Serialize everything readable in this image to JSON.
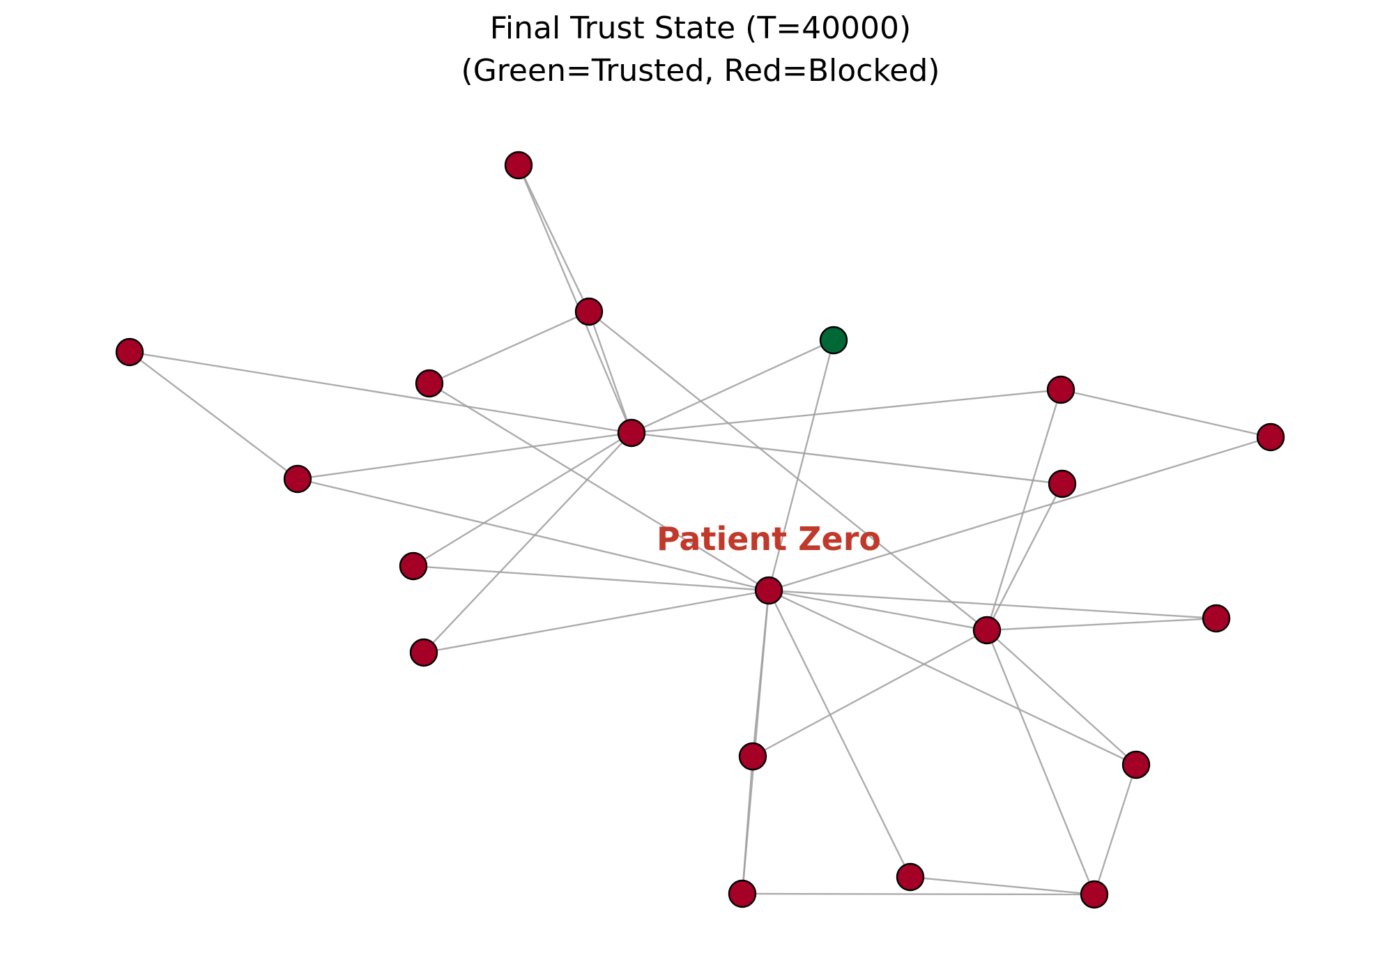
{
  "title": {
    "line1": "Final Trust State (T=40000)",
    "line2": "(Green=Trusted, Red=Blocked)"
  },
  "colors": {
    "trusted": "#006837",
    "blocked": "#a50026",
    "edge": "#9e9e9e",
    "annotation": "#c0392b"
  },
  "annotation": {
    "text": "Patient Zero",
    "node": "pz"
  },
  "nodes": [
    {
      "id": "pz",
      "state": "blocked"
    },
    {
      "id": "hub",
      "state": "blocked"
    },
    {
      "id": "top",
      "state": "blocked"
    },
    {
      "id": "upper",
      "state": "blocked"
    },
    {
      "id": "farleft",
      "state": "blocked"
    },
    {
      "id": "left-mid",
      "state": "blocked"
    },
    {
      "id": "mid-upper-left",
      "state": "blocked"
    },
    {
      "id": "green",
      "state": "trusted"
    },
    {
      "id": "right-upper",
      "state": "blocked"
    },
    {
      "id": "far-right",
      "state": "blocked"
    },
    {
      "id": "right-mid",
      "state": "blocked"
    },
    {
      "id": "left-lower-1",
      "state": "blocked"
    },
    {
      "id": "left-lower-2",
      "state": "blocked"
    },
    {
      "id": "right-hub",
      "state": "blocked"
    },
    {
      "id": "right-2",
      "state": "blocked"
    },
    {
      "id": "lower-mid",
      "state": "blocked"
    },
    {
      "id": "right-lower",
      "state": "blocked"
    },
    {
      "id": "bottom-1",
      "state": "blocked"
    },
    {
      "id": "bottom-2",
      "state": "blocked"
    },
    {
      "id": "bottom-3",
      "state": "blocked"
    }
  ],
  "edges": [
    [
      "top",
      "upper"
    ],
    [
      "top",
      "hub"
    ],
    [
      "upper",
      "mid-upper-left"
    ],
    [
      "upper",
      "hub"
    ],
    [
      "upper",
      "right-hub"
    ],
    [
      "farleft",
      "hub"
    ],
    [
      "farleft",
      "left-mid"
    ],
    [
      "mid-upper-left",
      "pz"
    ],
    [
      "hub",
      "left-mid"
    ],
    [
      "hub",
      "green"
    ],
    [
      "hub",
      "right-upper"
    ],
    [
      "hub",
      "right-mid"
    ],
    [
      "hub",
      "left-lower-1"
    ],
    [
      "hub",
      "left-lower-2"
    ],
    [
      "left-mid",
      "pz"
    ],
    [
      "green",
      "pz"
    ],
    [
      "right-upper",
      "far-right"
    ],
    [
      "right-upper",
      "right-hub"
    ],
    [
      "far-right",
      "pz"
    ],
    [
      "right-mid",
      "right-hub"
    ],
    [
      "left-lower-1",
      "pz"
    ],
    [
      "left-lower-2",
      "pz"
    ],
    [
      "pz",
      "right-hub"
    ],
    [
      "pz",
      "right-2"
    ],
    [
      "pz",
      "lower-mid"
    ],
    [
      "pz",
      "right-lower"
    ],
    [
      "pz",
      "bottom-2"
    ],
    [
      "pz",
      "bottom-1"
    ],
    [
      "right-hub",
      "right-2"
    ],
    [
      "right-hub",
      "lower-mid"
    ],
    [
      "right-hub",
      "right-lower"
    ],
    [
      "right-hub",
      "bottom-3"
    ],
    [
      "lower-mid",
      "bottom-1"
    ],
    [
      "bottom-1",
      "bottom-3"
    ],
    [
      "bottom-2",
      "bottom-3"
    ],
    [
      "right-lower",
      "bottom-3"
    ]
  ]
}
